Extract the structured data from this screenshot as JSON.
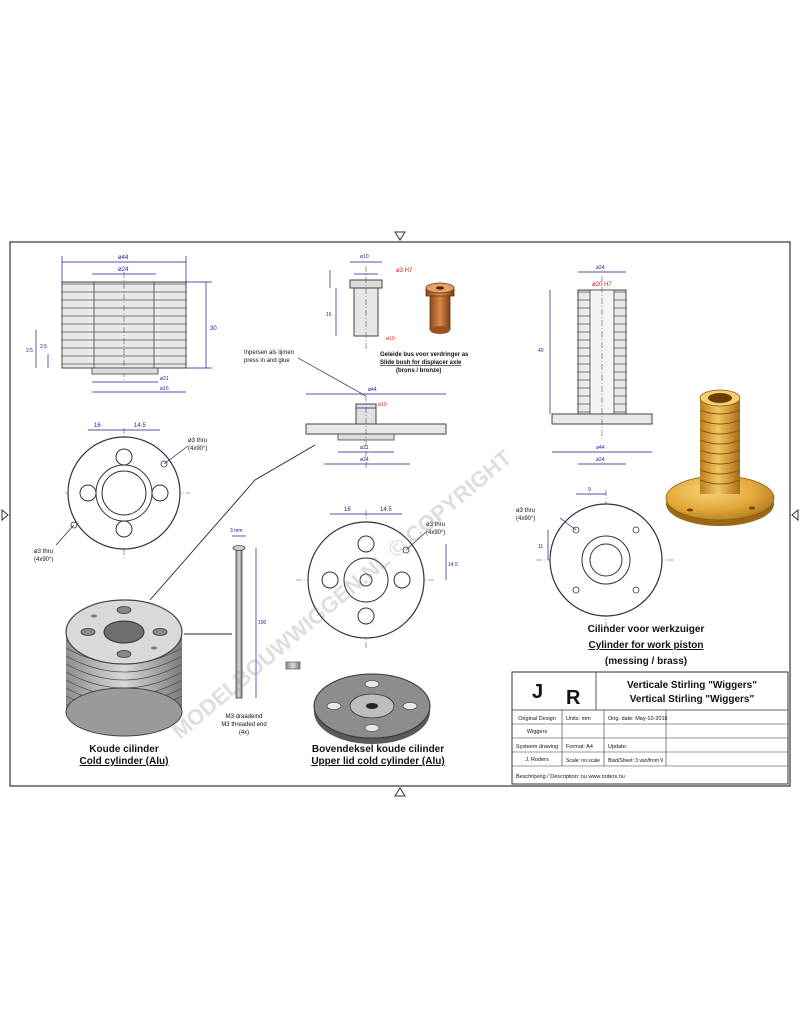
{
  "drawing": {
    "parts": {
      "cold_cylinder": {
        "caption_nl": "Koude cilinder",
        "caption_en": "Cold cylinder (Alu)"
      },
      "upper_lid": {
        "caption_nl": "Bovendeksel koude cilinder",
        "caption_en": "Upper lid cold cylinder (Alu)"
      },
      "work_cylinder": {
        "caption_nl": "Cilinder voor werkzuiger",
        "caption_en": "Cylinder for work piston",
        "caption_material": "(messing / brass)"
      }
    },
    "notes": {
      "press_fit": "Inpersen als lijmen",
      "press_fit_en": "press in and glue",
      "bush_nl": "Geleide bus voor verdringer as",
      "bush_en": "Slide bush for displacer axle",
      "bush_material": "(brons / bronze)",
      "rod_nl": "M3 draadeind",
      "rod_en": "M3 threaded end",
      "rod_qty": "(4x)",
      "holes_1": "ø3 thru",
      "holes_1b": "(4x90°)",
      "holes_2": "ø3 thru",
      "holes_2b": "(4x90°)",
      "holes_3": "ø3 thru",
      "holes_3b": "(4x90°)",
      "holes_4": "ø3 thru",
      "holes_4b": "(4x90°)"
    },
    "watermark": "MODELBOUWWIGGEN.NL © COPYRIGHT"
  },
  "title_block": {
    "initials": [
      "J",
      "R"
    ],
    "title_nl": "Verticale Stirling \"Wiggers\"",
    "title_en": "Vertical Stirling \"Wiggers\"",
    "original_design_label": "Original Design",
    "original_design_value": "Wiggers",
    "units": "Units: mm",
    "orig_date": "Orig. date: May-10-2016",
    "system_drawing_label": "Systeem drawing",
    "system_drawing_value": "J. Roders",
    "format": "Format: A4",
    "update": "Update:",
    "scale": "Scale: no scale",
    "sheet": "Blad/Sheet: 3 van/from 9",
    "description": "Beschrijving / Description: nu   www.roders.nu"
  }
}
